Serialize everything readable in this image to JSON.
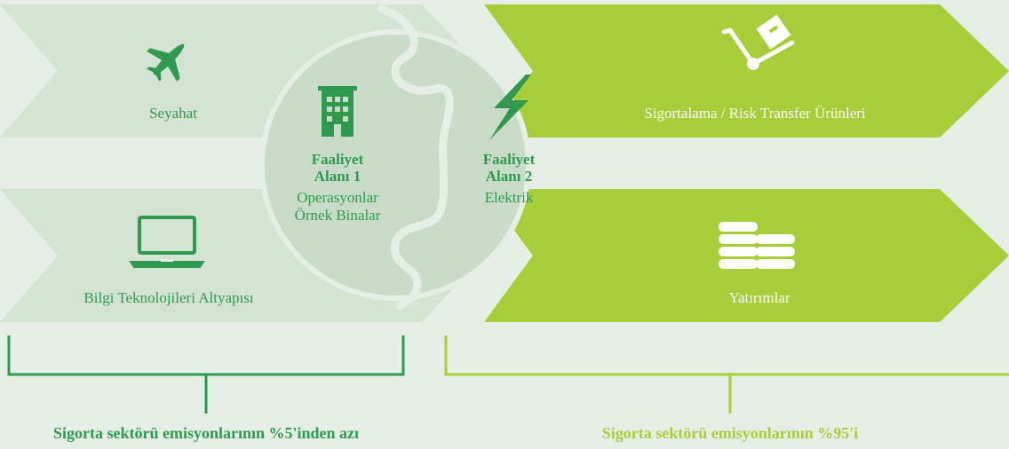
{
  "colors": {
    "background": "#e6efe5",
    "left_chevron": "#d3e4d2",
    "circle": "#c9dcc8",
    "right_chevron": "#a6ce39",
    "dark_green": "#2f9a4d",
    "lime": "#a6ce39"
  },
  "left_items": [
    {
      "label": "Seyahat",
      "icon": "airplane-icon"
    },
    {
      "label": "Bilgi Teknolojileri Altyapısı",
      "icon": "laptop-icon"
    }
  ],
  "right_items": [
    {
      "label": "Sigortalama / Risk Transfer Ürünleri",
      "icon": "hand-truck-icon"
    },
    {
      "label": "Yatırımlar",
      "icon": "coins-stack-icon"
    }
  ],
  "activity_1": {
    "title_line1": "Faaliyet",
    "title_line2": "Alanı 1",
    "sub_line1": "Operasyonlar",
    "sub_line2": "Örnek Binalar",
    "icon": "building-icon"
  },
  "activity_2": {
    "title_line1": "Faaliyet",
    "title_line2": "Alanı 2",
    "sub_line1": "Elektrik",
    "icon": "lightning-icon"
  },
  "footer": {
    "left": "Sigorta sektörü emisyonlarının %5'inden azı",
    "right": "Sigorta sektörü emisyonlarının %95'i"
  }
}
